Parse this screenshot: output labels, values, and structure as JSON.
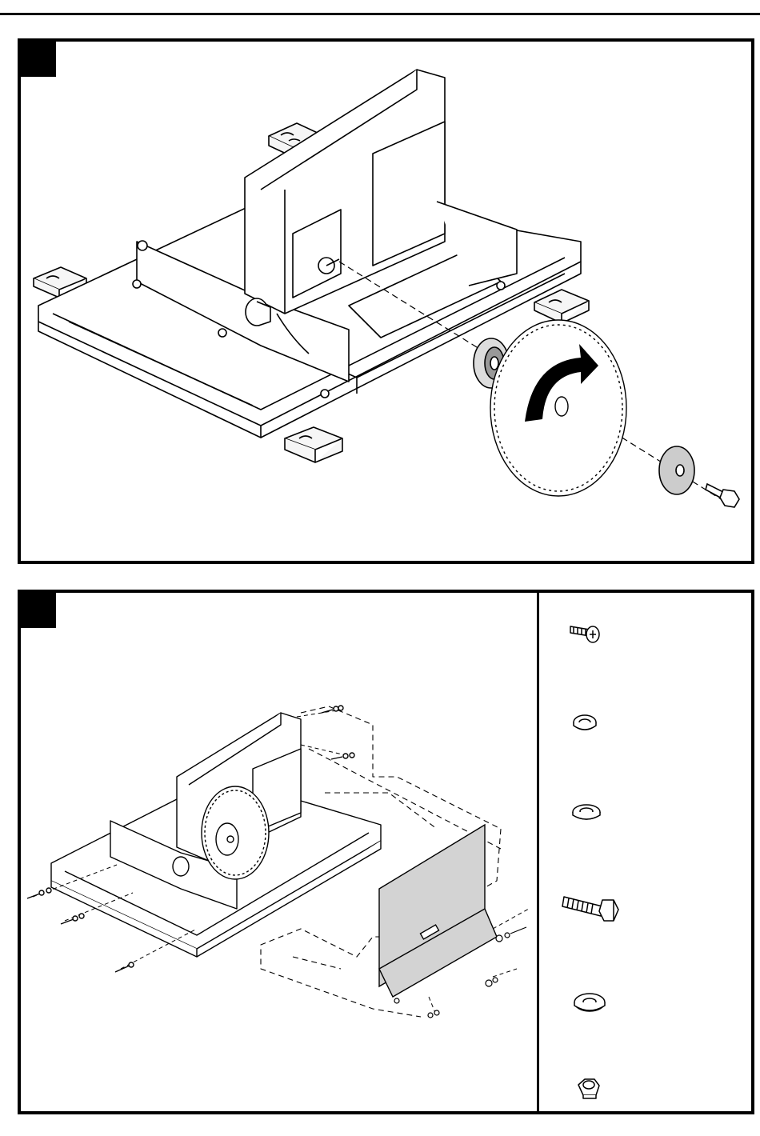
{
  "page": {
    "steps": [
      {
        "name": "step-1"
      },
      {
        "name": "step-2"
      }
    ]
  },
  "step1": {
    "parts": [
      "saw-frame-base",
      "inner-flange",
      "saw-blade",
      "outer-flange",
      "arbor-bolt",
      "rotation-arrow",
      "wood-blocks"
    ]
  },
  "step2": {
    "hardware_legend": [
      {
        "icon": "pan-head-screw-icon"
      },
      {
        "icon": "lock-washer-icon"
      },
      {
        "icon": "flat-washer-small-icon"
      },
      {
        "icon": "hex-bolt-icon"
      },
      {
        "icon": "flat-washer-large-icon"
      },
      {
        "icon": "lock-nut-icon"
      }
    ],
    "colors": {
      "panel_fill": "#d3d3d3",
      "line": "#000000"
    }
  }
}
